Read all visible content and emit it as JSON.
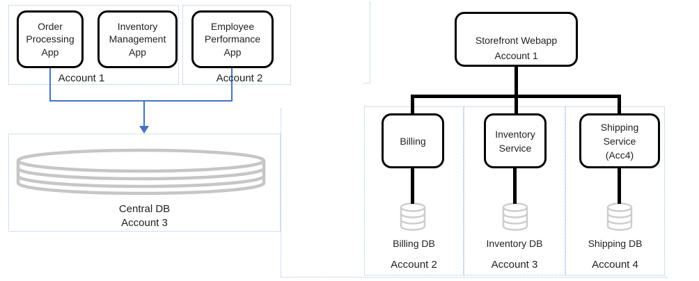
{
  "colors": {
    "accent_blue": "#4472c4",
    "guide_blue": "#a4bce8",
    "db_gray_large": "#c6c6c6",
    "db_gray_small": "#cccccc",
    "node_border": "#000000",
    "text": "#1f1f1f"
  },
  "left": {
    "account1_label": "Account 1",
    "account2_label": "Account 2",
    "apps": [
      {
        "text": "Order\nProcessing\nApp"
      },
      {
        "text": "Inventory\nManagement\nApp"
      },
      {
        "text": "Employee\nPerformance\nApp"
      }
    ],
    "central_db": {
      "name": "Central DB",
      "account": "Account 3"
    }
  },
  "right": {
    "root": {
      "title": "Storefront Webapp",
      "account": "Account 1"
    },
    "cols": [
      {
        "service": "Billing",
        "db": "Billing DB",
        "account": "Account 2"
      },
      {
        "service": "Inventory\nService",
        "db": "Inventory DB",
        "account": "Account 3"
      },
      {
        "service": "Shipping\nService\n(Acc4)",
        "db": "Shipping DB",
        "account": "Account 4"
      }
    ]
  }
}
